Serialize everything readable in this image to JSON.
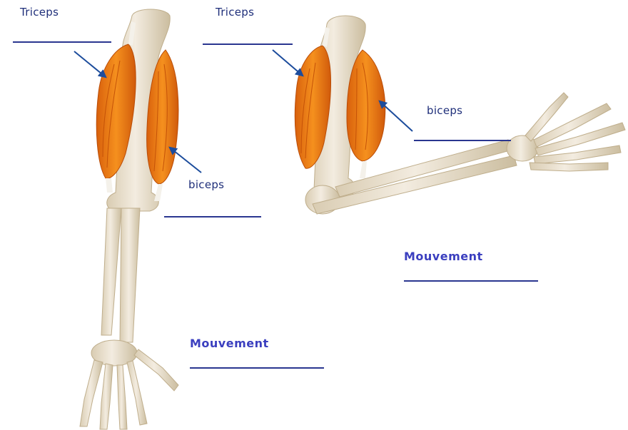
{
  "colors": {
    "bone": "#ece3d2",
    "bone_shade": "#cfc1a6",
    "muscle": "#ee7d16",
    "muscle_dark": "#c8530a",
    "tendon": "#f4f1ea",
    "arrow": "#1c4c9c",
    "line": "#2a3690",
    "label": "#1f2f7a",
    "movement_label": "#3b3fbf"
  },
  "left_arm": {
    "triceps_label": "Triceps",
    "biceps_label": "biceps",
    "movement_label": "Mouvement"
  },
  "right_arm": {
    "triceps_label": "Triceps",
    "biceps_label": "biceps",
    "movement_label": "Mouvement"
  }
}
